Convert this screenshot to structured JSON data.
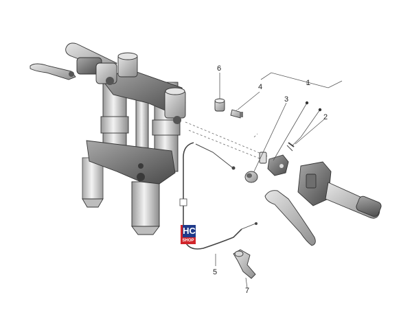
{
  "callouts": {
    "c1": "1",
    "c2": "2",
    "c3": "3",
    "c4": "4",
    "c5": "5",
    "c6": "6",
    "c7": "7"
  },
  "logo": {
    "top": "HC",
    "bottom": "SHOP"
  },
  "colors": {
    "part_fill": "#d6d6d6",
    "part_dark": "#8a8a8a",
    "line": "#333333",
    "logo_blue": "#1f3a8a",
    "logo_red": "#d1262b"
  }
}
